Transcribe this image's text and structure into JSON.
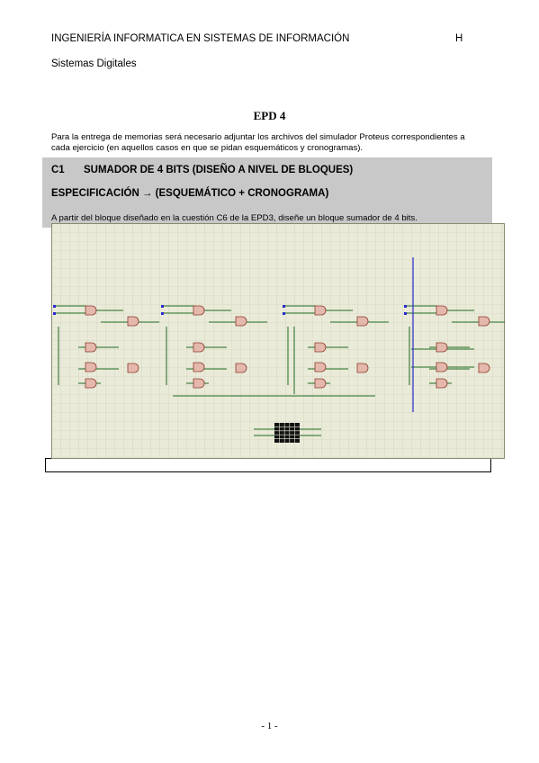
{
  "header": {
    "institution": "INGENIERÍA INFORMATICA EN SISTEMAS DE INFORMACIÓN",
    "letter": "H",
    "course": "Sistemas Digitales"
  },
  "title": "EPD 4",
  "intro": {
    "line1": "Para la entrega de memorias será necesario adjuntar los archivos del simulador Proteus correspondientes a",
    "line2": "cada ejercicio (en aquellos casos en que se pidan esquemáticos y cronogramas)."
  },
  "exercise": {
    "code": "C1",
    "heading": "SUMADOR DE 4 BITS (DISEÑO A NIVEL DE BLOQUES)",
    "spec": "ESPECIFICACIÓN → (ESQUEMÁTICO + CRONOGRAMA)",
    "statement": "A partir del bloque diseñado en la cuestión C6 de la EPD3, diseñe un bloque sumador de 4 bits."
  },
  "colors": {
    "box_background": "#c8c8c8",
    "schematic_background": "#e9ead8",
    "grid": "#c9c9b4",
    "wire": "#1f6b1f",
    "gate": "#c98a7a",
    "probe": "#2a2ad0"
  },
  "footer": {
    "page_number": "- 1 -"
  }
}
